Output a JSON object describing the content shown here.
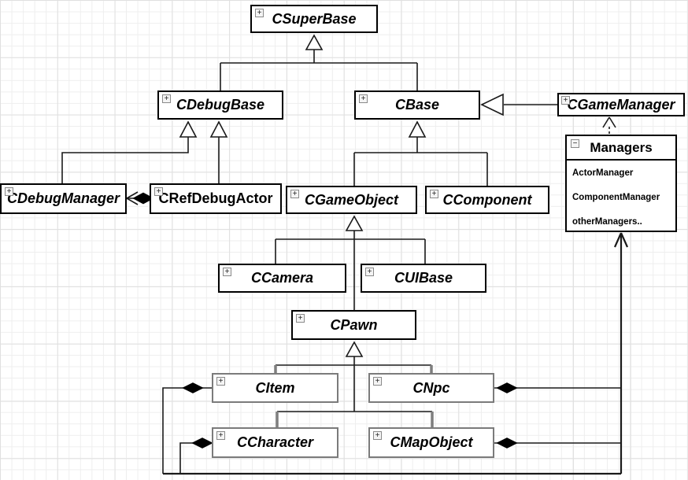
{
  "icons": {
    "expand": "+",
    "collapse": "−"
  },
  "nodes": {
    "csuperbase": "CSuperBase",
    "cdebugbase": "CDebugBase",
    "cbase": "CBase",
    "cgamemanager": "CGameManager",
    "cdebugmanager": "CDebugManager",
    "crefdebugactor": "CRefDebugActor",
    "cgameobject": "CGameObject",
    "ccomponent": "CComponent",
    "ccamera": "CCamera",
    "cuibase": "CUIBase",
    "cpawn": "CPawn",
    "citem": "CItem",
    "cnpc": "CNpc",
    "ccharacter": "CCharacter",
    "cmapobject": "CMapObject"
  },
  "managers": {
    "title": "Managers",
    "items": [
      "ActorManager",
      "ComponentManager",
      "otherManagers.."
    ]
  },
  "relationships": [
    {
      "type": "generalization",
      "from": "CDebugBase",
      "to": "CSuperBase"
    },
    {
      "type": "generalization",
      "from": "CBase",
      "to": "CSuperBase"
    },
    {
      "type": "generalization",
      "from": "CGameManager",
      "to": "CBase"
    },
    {
      "type": "generalization",
      "from": "CDebugManager",
      "to": "CDebugBase"
    },
    {
      "type": "generalization",
      "from": "CRefDebugActor",
      "to": "CDebugBase"
    },
    {
      "type": "generalization",
      "from": "CGameObject",
      "to": "CBase"
    },
    {
      "type": "generalization",
      "from": "CComponent",
      "to": "CBase"
    },
    {
      "type": "generalization",
      "from": "CCamera",
      "to": "CGameObject"
    },
    {
      "type": "generalization",
      "from": "CUIBase",
      "to": "CGameObject"
    },
    {
      "type": "generalization",
      "from": "CPawn",
      "to": "CGameObject"
    },
    {
      "type": "generalization",
      "from": "CItem",
      "to": "CPawn"
    },
    {
      "type": "generalization",
      "from": "CNpc",
      "to": "CPawn"
    },
    {
      "type": "generalization",
      "from": "CCharacter",
      "to": "CPawn"
    },
    {
      "type": "generalization",
      "from": "CMapObject",
      "to": "CPawn"
    },
    {
      "type": "composition",
      "from": "CRefDebugActor",
      "to": "CDebugManager"
    },
    {
      "type": "composition",
      "from": "CItem",
      "to": "Managers"
    },
    {
      "type": "composition",
      "from": "CNpc",
      "to": "Managers"
    },
    {
      "type": "composition",
      "from": "CCharacter",
      "to": "Managers"
    },
    {
      "type": "composition",
      "from": "CMapObject",
      "to": "Managers"
    },
    {
      "type": "dependency",
      "from": "Managers",
      "to": "CGameManager"
    }
  ],
  "colors": {
    "box_border": "#000000",
    "highlight_border": "#7b7b7b",
    "line": "#1a1a1a",
    "grid_minor": "#eeeeee",
    "grid_major": "#e0e0e0"
  }
}
